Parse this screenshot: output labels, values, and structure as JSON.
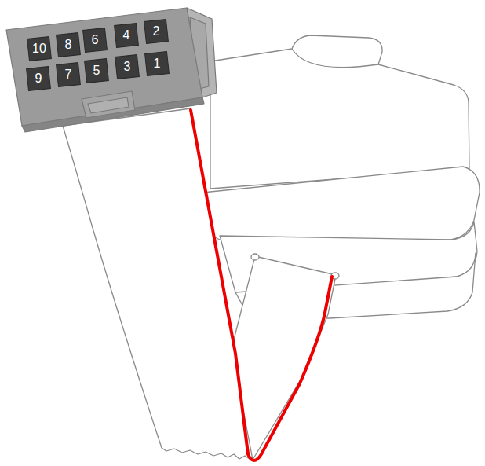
{
  "diagram": {
    "labels": [
      "10",
      "8",
      "6",
      "4",
      "2",
      "9",
      "7",
      "5",
      "3",
      "1"
    ]
  }
}
